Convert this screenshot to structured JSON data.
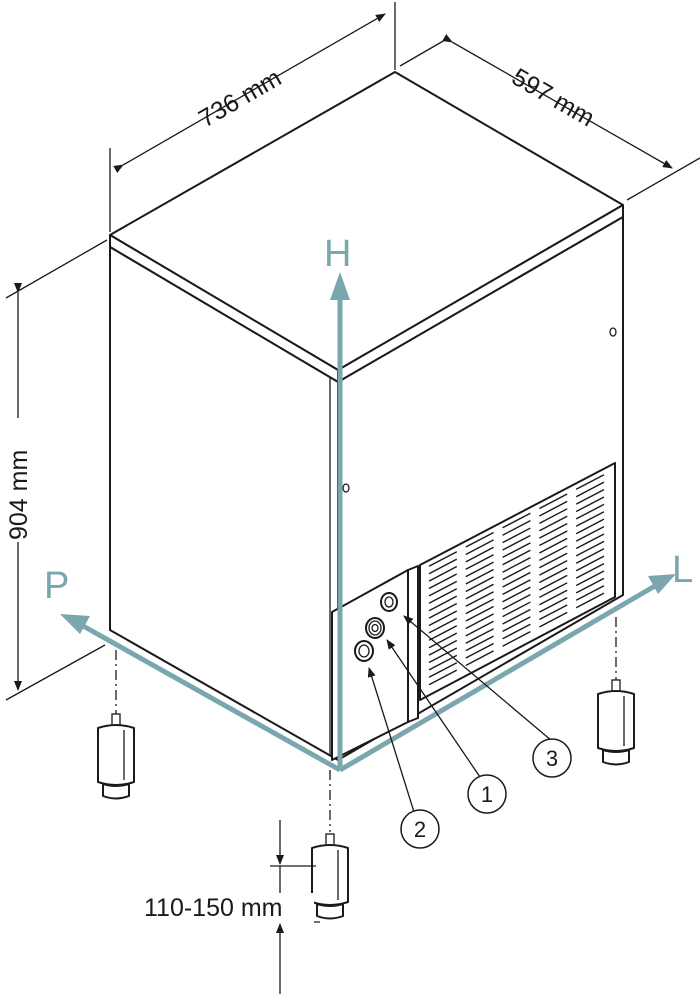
{
  "dimensions": {
    "width": "736 mm",
    "depth": "597 mm",
    "height": "904 mm",
    "feet": "110-150 mm"
  },
  "axes": {
    "h": "H",
    "p": "P",
    "l": "L"
  },
  "callouts": {
    "c1": "1",
    "c2": "2",
    "c3": "3"
  },
  "colors": {
    "axis": "#7aa7ad",
    "line": "#1a1a1a"
  }
}
